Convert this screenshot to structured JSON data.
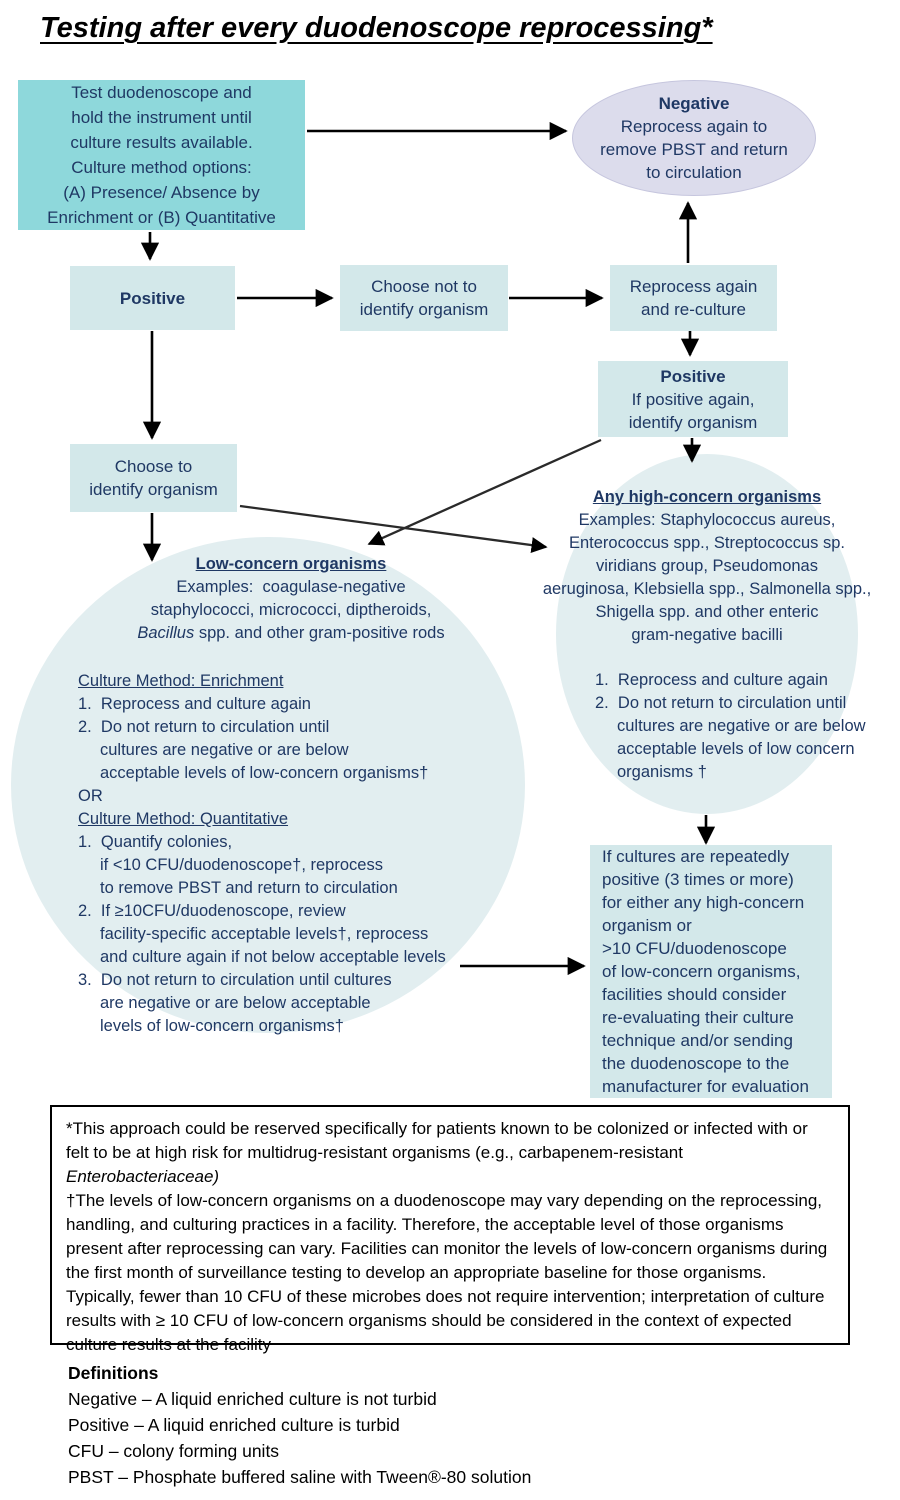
{
  "title": "Testing after every duodenoscope reprocessing*",
  "colors": {
    "strong_teal": "#8ed8db",
    "light_teal": "#d3e8ea",
    "circle_fill": "#e2eef0",
    "lavender": "#dcdcec",
    "navy_text": "#1f3864",
    "black_text": "#000000"
  },
  "nodes": {
    "test_box": {
      "lines": [
        "Test duodenoscope and",
        "hold the instrument until",
        "culture results available.",
        "Culture method options:",
        "(A) Presence/ Absence by",
        "Enrichment or (B) Quantitative"
      ]
    },
    "negative_ellipse": {
      "title": "Negative",
      "lines": [
        "Reprocess again to",
        "remove PBST and return",
        "to circulation"
      ]
    },
    "positive_box": {
      "label": "Positive"
    },
    "choose_not_box": {
      "lines": [
        "Choose not to",
        "identify organism"
      ]
    },
    "reprocess_box": {
      "lines": [
        "Reprocess again",
        "and re-culture"
      ]
    },
    "positive_again_box": {
      "title": "Positive",
      "lines": [
        "If positive again,",
        "identify organism"
      ]
    },
    "choose_to_box": {
      "lines": [
        "Choose to",
        "identify organism"
      ]
    },
    "repeat_box": {
      "lines": [
        "If cultures are repeatedly",
        "positive (3 times or more)",
        "for either any high-concern",
        "organism or",
        ">10 CFU/duodenoscope",
        "of low-concern organisms,",
        "facilities should consider",
        "re-evaluating their culture",
        "technique and/or sending",
        "the duodenoscope to the",
        "manufacturer for evaluation"
      ]
    }
  },
  "low_concern_circle": {
    "heading": "Low-concern organisms",
    "example_lines": [
      "Examples:  coagulase-negative",
      "staphylococci, micrococci, diptheroids,"
    ],
    "example_italic": "Bacillus",
    "example_tail": " spp. and other gram-positive rods",
    "enrichment_heading": "Culture Method: Enrichment",
    "enrichment_items": [
      "1.  Reprocess and culture again",
      "2.  Do not return to circulation until",
      "cultures are negative or are below",
      "acceptable levels of low-concern organisms†"
    ],
    "or_label": "OR",
    "quantitative_heading": "Culture Method: Quantitative",
    "quantitative_items": [
      "1.  Quantify colonies,",
      "if <10 CFU/duodenoscope†, reprocess",
      "to remove PBST and return to circulation",
      "2.  If ≥10CFU/duodenoscope, review",
      "facility-specific acceptable levels†, reprocess",
      "and culture again if not below acceptable levels",
      "3.  Do not return to circulation until cultures",
      "are negative or are below acceptable",
      "levels of low-concern organisms†"
    ]
  },
  "high_concern_circle": {
    "heading": "Any high-concern organisms",
    "example_lines": [
      "Examples: Staphylococcus aureus,",
      "Enterococcus spp., Streptococcus sp.",
      "viridians group, Pseudomonas",
      "aeruginosa, Klebsiella spp., Salmonella spp.,",
      "Shigella spp. and other enteric",
      "gram-negative bacilli"
    ],
    "items": [
      "1.  Reprocess and culture again",
      "2.  Do not return to circulation until",
      "cultures are negative or are below",
      "acceptable levels of low concern",
      "organisms †"
    ]
  },
  "footnote": {
    "star_text": "*This approach could be reserved specifically for patients known to be colonized or infected with or felt to be at high risk for multidrug-resistant organisms (e.g., carbapenem-resistant ",
    "star_italic": "Enterobacteriaceae)",
    "dagger_text": "†The levels of low-concern organisms on a duodenoscope may vary depending on the reprocessing, handling, and culturing practices in a facility. Therefore, the acceptable level of those organisms present after reprocessing can vary. Facilities can monitor the levels of low-concern organisms during the first month of surveillance testing to develop an appropriate baseline for those organisms. Typically, fewer than 10 CFU of these microbes does not require intervention; interpretation of culture results with ≥ 10 CFU of low-concern organisms should be considered in the context of expected culture results at the facility"
  },
  "definitions": {
    "heading": "Definitions",
    "items": [
      "Negative – A liquid enriched culture is not turbid",
      "Positive – A liquid enriched culture is turbid",
      "CFU – colony forming units",
      "PBST – Phosphate buffered saline with Tween®-80 solution"
    ]
  }
}
